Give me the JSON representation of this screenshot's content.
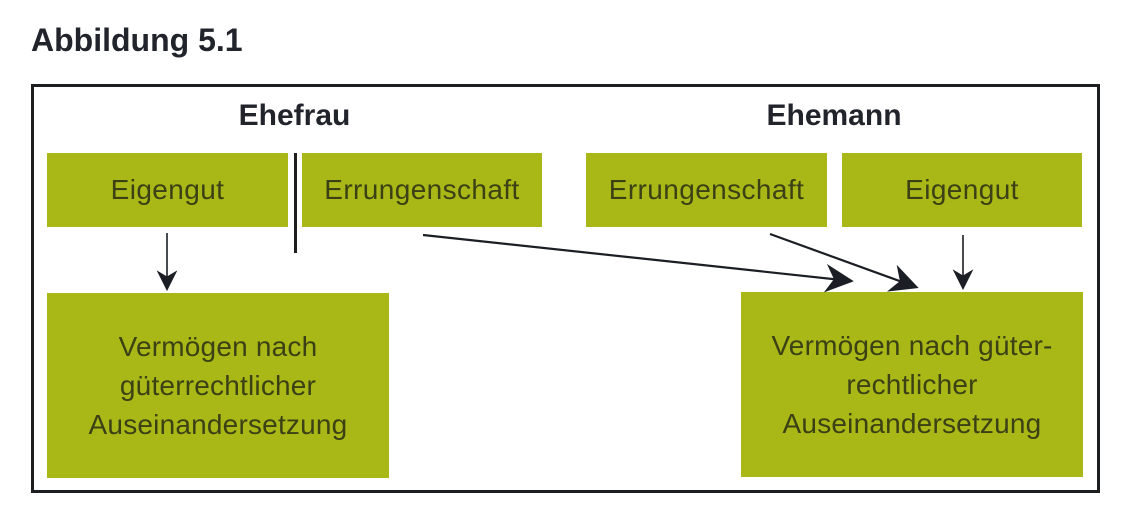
{
  "figure": {
    "title": "Abbildung 5.1"
  },
  "colors": {
    "box_fill": "#a9b816",
    "box_text": "#3b4015",
    "heading_text": "#21242b",
    "frame_border": "#1c1e20",
    "arrow": "#1b1e24",
    "background": "#ffffff"
  },
  "diagram": {
    "spouses": [
      {
        "heading": "Ehefrau",
        "assets": [
          {
            "label": "Eigengut"
          },
          {
            "label": "Errungenschaft"
          }
        ]
      },
      {
        "heading": "Ehemann",
        "assets": [
          {
            "label": "Errungenschaft"
          },
          {
            "label": "Eigengut"
          }
        ]
      }
    ],
    "results": [
      {
        "lines": [
          "Vermögen nach",
          "güterrechtlicher",
          "Auseinandersetzung"
        ]
      },
      {
        "lines": [
          "Vermögen nach güter-",
          "rechtlicher",
          "Auseinandersetzung"
        ]
      }
    ],
    "arrows": [
      {
        "from": "ehefrau-eigengut",
        "to": "vermoegen-ehefrau"
      },
      {
        "from": "ehefrau-errungenschaft",
        "to": "vermoegen-ehemann"
      },
      {
        "from": "ehemann-errungenschaft",
        "to": "vermoegen-ehemann"
      },
      {
        "from": "ehemann-eigengut",
        "to": "vermoegen-ehemann"
      }
    ]
  }
}
